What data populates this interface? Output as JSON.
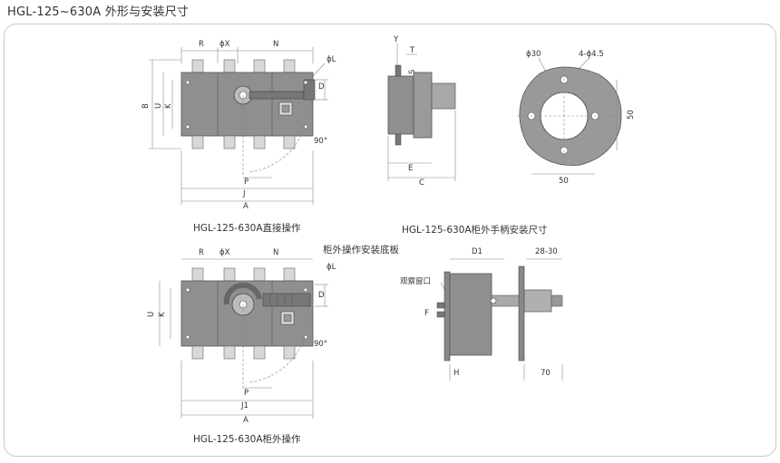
{
  "title": "HGL-125~630A 外形与安装尺寸",
  "captions": {
    "front_direct": "HGL-125-630A直接操作",
    "handle_mount": "HGL-125-630A柜外手柄安装尺寸",
    "front_external": "HGL-125-630A柜外操作",
    "mount_plate": "柜外操作安装底板",
    "obs_window": "观察窗口"
  },
  "labels": {
    "R": "R",
    "phiX": "ϕX",
    "N": "N",
    "phiL": "ϕL",
    "D": "D",
    "B": "B",
    "U": "U",
    "K": "K",
    "P": "P",
    "J": "J",
    "J1": "J1",
    "A": "A",
    "angle": "90°",
    "Y": "Y",
    "T": "T",
    "S": "S",
    "E": "E",
    "C": "C",
    "phi30": "ϕ30",
    "holes": "4-ϕ4.5",
    "d50v": "50",
    "d50h": "50",
    "D1": "D1",
    "d2830": "28-30",
    "F": "F",
    "H": "H",
    "d70": "70"
  }
}
